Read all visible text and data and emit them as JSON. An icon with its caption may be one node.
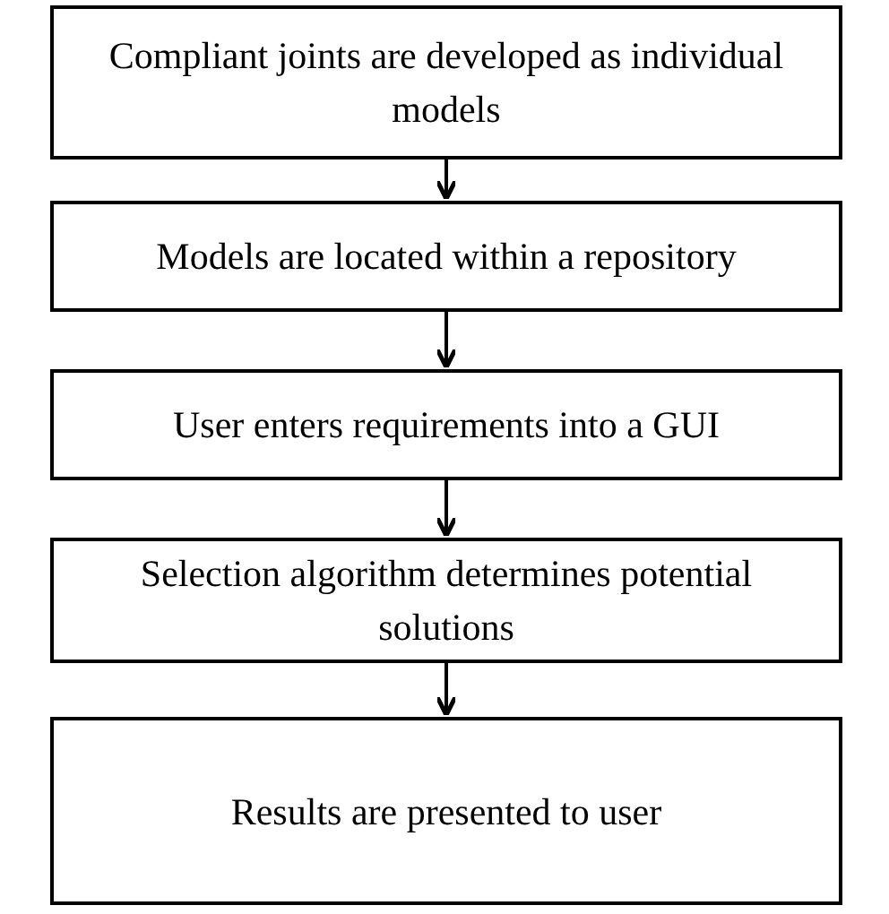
{
  "diagram": {
    "nodes": [
      {
        "text": [
          "Compliant joints are developed as individual models"
        ]
      },
      {
        "text": [
          "Models are located within a repository"
        ]
      },
      {
        "text": [
          "User enters requirements into a GUI"
        ]
      },
      {
        "text": [
          "Selection algorithm determines potential solutions"
        ]
      },
      {
        "text": [
          "Results are presented to user"
        ]
      }
    ],
    "edges": [
      {
        "from": 0,
        "to": 1,
        "arrow": "to"
      },
      {
        "from": 1,
        "to": 2,
        "arrow": "to"
      },
      {
        "from": 2,
        "to": 3,
        "arrow": "to"
      },
      {
        "from": 3,
        "to": 4,
        "arrow": "to"
      }
    ]
  }
}
